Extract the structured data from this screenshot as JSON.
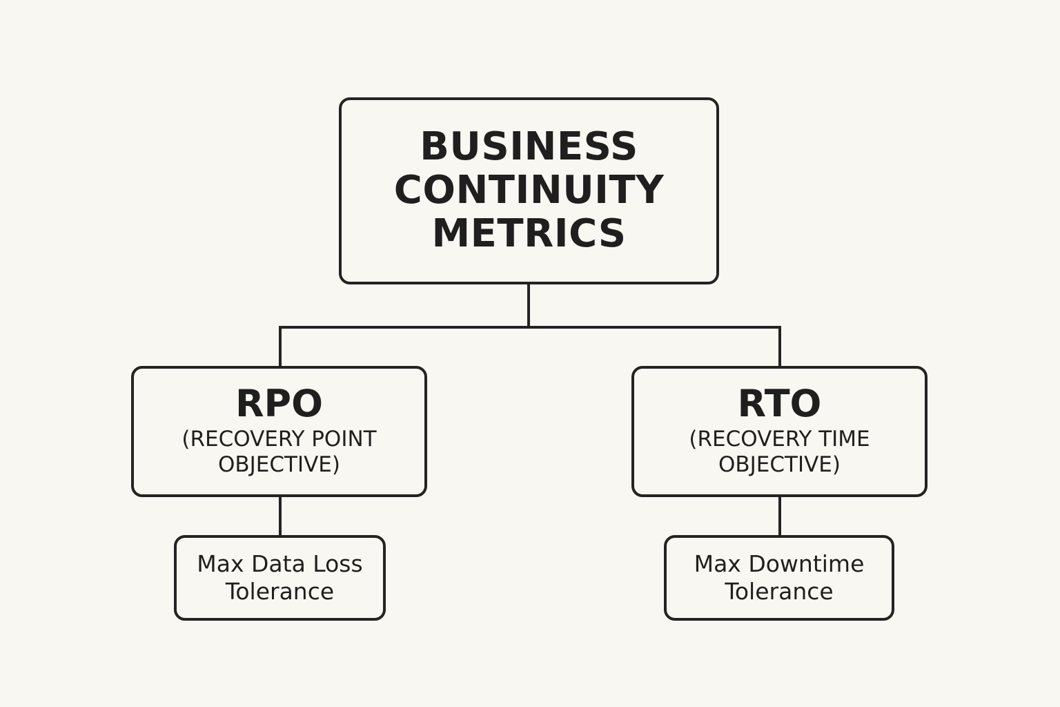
{
  "diagram": {
    "root": {
      "text": "BUSINESS\nCONTINUITY\nMETRICS"
    },
    "rpo": {
      "title": "RPO",
      "subtitle": "(RECOVERY POINT\nOBJECTIVE)",
      "detail": "Max Data Loss\nTolerance"
    },
    "rto": {
      "title": "RTO",
      "subtitle": "(RECOVERY TIME\nOBJECTIVE)",
      "detail": "Max Downtime\nTolerance"
    }
  },
  "colors": {
    "background": "#f8f7f2",
    "stroke": "#232323",
    "text": "#1f1f1f"
  }
}
